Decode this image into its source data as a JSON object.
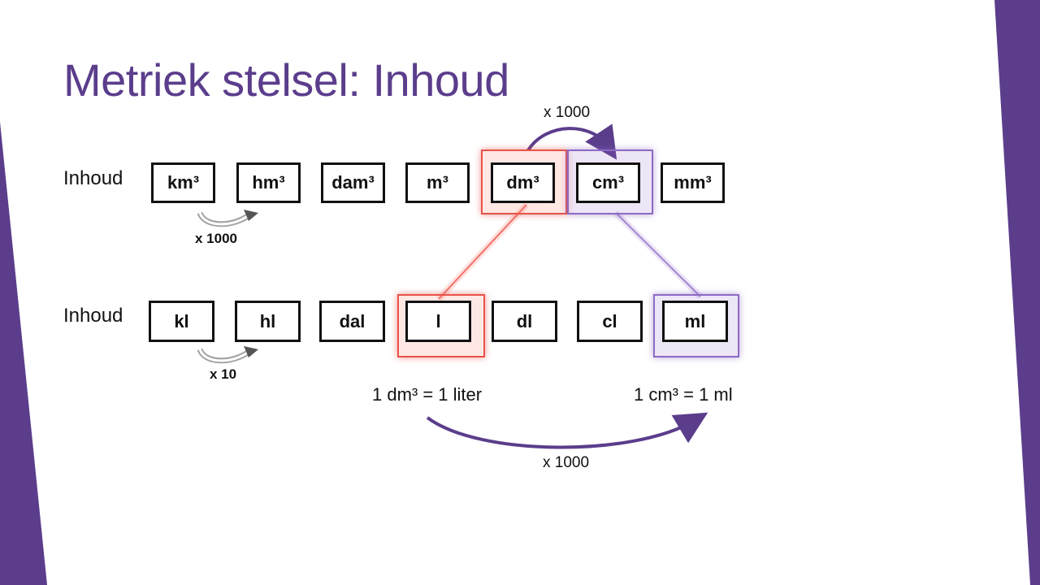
{
  "title": "Metriek stelsel: Inhoud",
  "rows": [
    {
      "label": "Inhoud",
      "units": [
        "km³",
        "hm³",
        "dam³",
        "m³",
        "dm³",
        "cm³",
        "mm³"
      ],
      "step_label": "x 1000"
    },
    {
      "label": "Inhoud",
      "units": [
        "kl",
        "hl",
        "dal",
        "l",
        "dl",
        "cl",
        "ml"
      ],
      "step_label": "x 10"
    }
  ],
  "top_arc_label": "x 1000",
  "equations": {
    "left": "1 dm³ = 1 liter",
    "right": "1 cm³ = 1 ml",
    "bottom_arc_label": "x 1000"
  },
  "colors": {
    "accent_purple": "#5b3d8c",
    "highlight_red": "#e8524a",
    "highlight_purple": "#8d6ac4"
  }
}
